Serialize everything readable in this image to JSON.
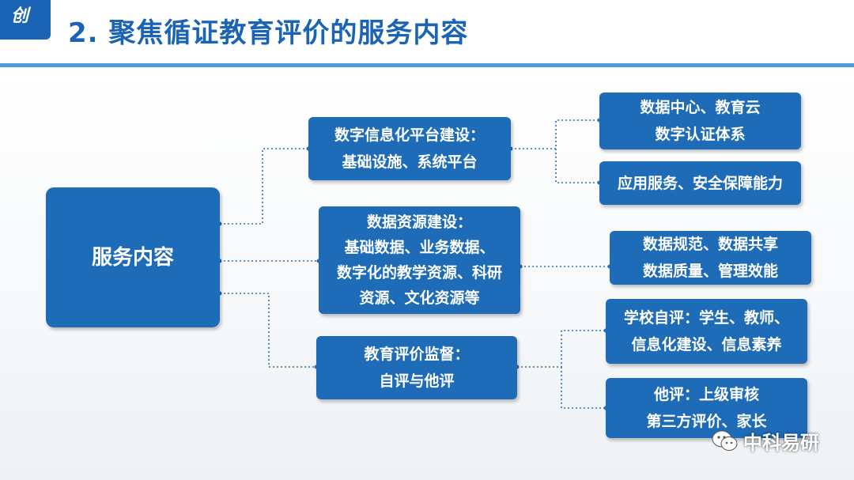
{
  "header": {
    "logo_text": "创",
    "title": "2. 聚焦循证教育评价的服务内容"
  },
  "diagram": {
    "root": "服务内容",
    "branches": [
      {
        "lines": [
          "数字信息化平台建设：",
          "基础设施、系统平台"
        ],
        "children": [
          {
            "lines": [
              "数据中心、教育云",
              "数字认证体系"
            ]
          },
          {
            "lines": [
              "应用服务、安全保障能力"
            ]
          }
        ]
      },
      {
        "lines": [
          "数据资源建设：",
          "基础数据、业务数据、",
          "数字化的教学资源、科研",
          "资源、文化资源等"
        ],
        "children": [
          {
            "lines": [
              "数据规范、数据共享",
              "数据质量、管理效能"
            ]
          }
        ]
      },
      {
        "lines": [
          "教育评价监督：",
          "自评与他评"
        ],
        "children": [
          {
            "lines": [
              "学校自评：学生、教师、",
              "信息化建设、信息素养"
            ]
          },
          {
            "lines": [
              "他评：上级审核",
              "第三方评价、家长"
            ]
          }
        ]
      }
    ]
  },
  "watermark": {
    "icon": "wechat-icon",
    "text": "中科易研"
  },
  "colors": {
    "box": "#1e6bb8",
    "title": "#1a63b5",
    "rule": "#4a9ee0",
    "connector": "#2a6fb8"
  }
}
